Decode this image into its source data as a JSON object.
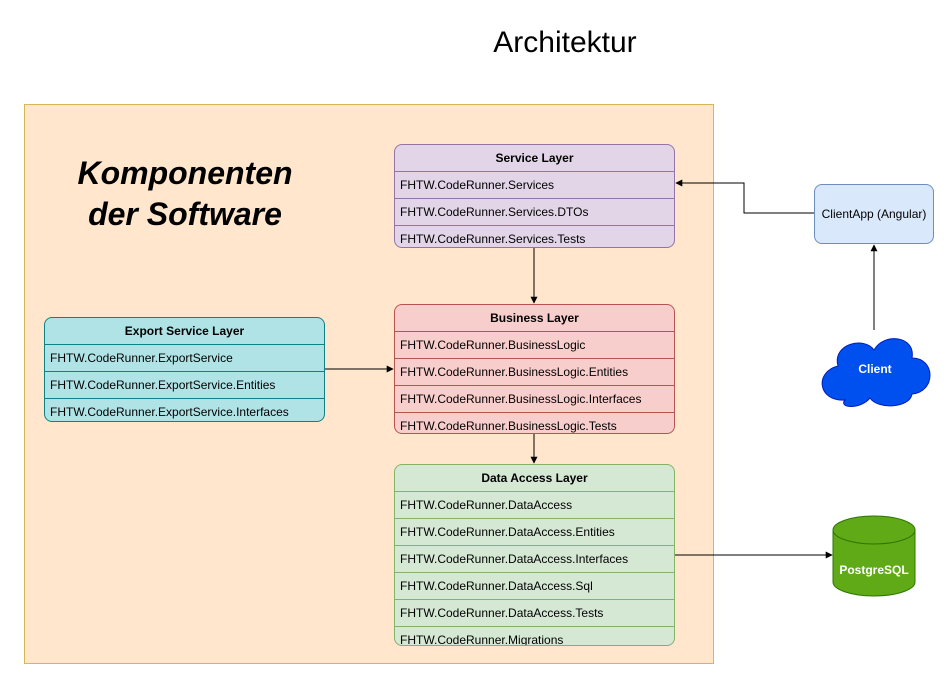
{
  "title": "Architektur",
  "container_label_line1": "Komponenten",
  "container_label_line2": "der Software",
  "service_layer": {
    "header": "Service Layer",
    "rows": [
      "FHTW.CodeRunner.Services",
      "FHTW.CodeRunner.Services.DTOs",
      "FHTW.CodeRunner.Services.Tests"
    ]
  },
  "business_layer": {
    "header": "Business Layer",
    "rows": [
      "FHTW.CodeRunner.BusinessLogic",
      "FHTW.CodeRunner.BusinessLogic.Entities",
      "FHTW.CodeRunner.BusinessLogic.Interfaces",
      "FHTW.CodeRunner.BusinessLogic.Tests"
    ]
  },
  "data_access_layer": {
    "header": "Data Access Layer",
    "rows": [
      "FHTW.CodeRunner.DataAccess",
      "FHTW.CodeRunner.DataAccess.Entities",
      "FHTW.CodeRunner.DataAccess.Interfaces",
      "FHTW.CodeRunner.DataAccess.Sql",
      "FHTW.CodeRunner.DataAccess.Tests",
      "FHTW.CodeRunner.Migrations"
    ]
  },
  "export_service_layer": {
    "header": "Export Service Layer",
    "rows": [
      "FHTW.CodeRunner.ExportService",
      "FHTW.CodeRunner.ExportService.Entities",
      "FHTW.CodeRunner.ExportService.Interfaces"
    ]
  },
  "clientapp_label": "ClientApp (Angular)",
  "client_label": "Client",
  "postgres_label": "PostgreSQL",
  "colors": {
    "container_fill": "#ffe6cc",
    "service_fill": "#e1d5e7",
    "business_fill": "#f8cecc",
    "data_fill": "#d5e8d4",
    "export_fill": "#b0e3e6",
    "clientapp_fill": "#dae8fc",
    "client_cloud": "#0050ef",
    "postgres_fill": "#60a917"
  }
}
